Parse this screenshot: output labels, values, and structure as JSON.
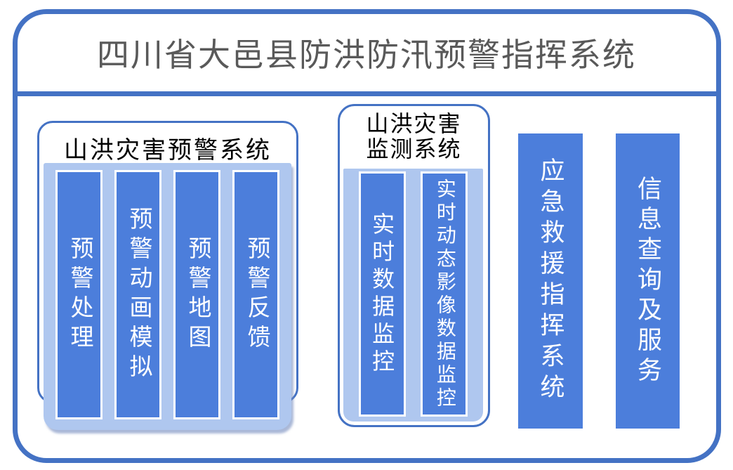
{
  "title": "四川省大邑县防洪防汛预警指挥系统",
  "boxes": {
    "warning": {
      "header": "山洪灾害预警系统",
      "bars": [
        "预警处理",
        "预警动画模拟",
        "预警地图",
        "预警反馈"
      ]
    },
    "monitoring": {
      "header_line1": "山洪灾害",
      "header_line2": "监测系统",
      "bars": [
        "实时数据监控",
        "实时动态影像数据监控"
      ]
    }
  },
  "standalone_bars": {
    "emergency": "应急救援指挥系统",
    "info": "信息查询及服务"
  },
  "colors": {
    "frame_blue": "#4472C4",
    "bar_blue": "#4C7EDB",
    "light_blue": "#AFC7EF",
    "title_gray": "#595959",
    "bar_text": "#FFFFFF"
  }
}
